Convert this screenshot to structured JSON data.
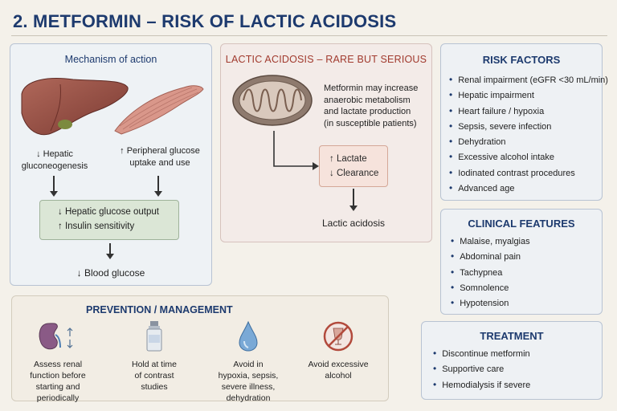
{
  "title": "2. METFORMIN – RISK OF LACTIC ACIDOSIS",
  "mechanism": {
    "title": "Mechanism of action",
    "liver_label": "↓ Hepatic\ngluconeogenesis",
    "muscle_label": "↑ Peripheral glucose\nuptake and use",
    "box_line1": "↓ Hepatic glucose output",
    "box_line2": "↑ Insulin sensitivity",
    "result": "↓ Blood glucose"
  },
  "lactic": {
    "title": "LACTIC ACIDOSIS – RARE BUT SERIOUS",
    "description": "Metformin may increase\nanaerobic metabolism\nand lactate production\n(in susceptible patients)",
    "box_line1": "↑ Lactate",
    "box_line2": "↓ Clearance",
    "result": "Lactic acidosis"
  },
  "risk": {
    "title": "RISK FACTORS",
    "items": [
      "Renal impairment (eGFR <30 mL/min)",
      "Hepatic impairment",
      "Heart failure / hypoxia",
      "Sepsis, severe infection",
      "Dehydration",
      "Excessive alcohol intake",
      "Iodinated contrast procedures",
      "Advanced age"
    ]
  },
  "clinical": {
    "title": "CLINICAL FEATURES",
    "items": [
      "Malaise, myalgias",
      "Abdominal pain",
      "Tachypnea",
      "Somnolence",
      "Hypotension"
    ]
  },
  "treatment": {
    "title": "TREATMENT",
    "items": [
      "Discontinue metformin",
      "Supportive care",
      "Hemodialysis if severe"
    ]
  },
  "prevention": {
    "title": "PREVENTION / MANAGEMENT",
    "items": [
      {
        "icon": "kidney-icon",
        "label": "Assess renal\nfunction before\nstarting and\nperiodically"
      },
      {
        "icon": "contrast-vial-icon",
        "label": "Hold at time\nof contrast\nstudies"
      },
      {
        "icon": "water-drop-icon",
        "label": "Avoid in\nhypoxia, sepsis,\nsevere illness,\ndehydration"
      },
      {
        "icon": "no-alcohol-icon",
        "label": "Avoid excessive\nalcohol"
      }
    ]
  },
  "colors": {
    "title_blue": "#1d3a6e",
    "lactic_red": "#a13a2e",
    "green_box": "#dbe6d6",
    "pink_box": "#f6e3dc"
  }
}
